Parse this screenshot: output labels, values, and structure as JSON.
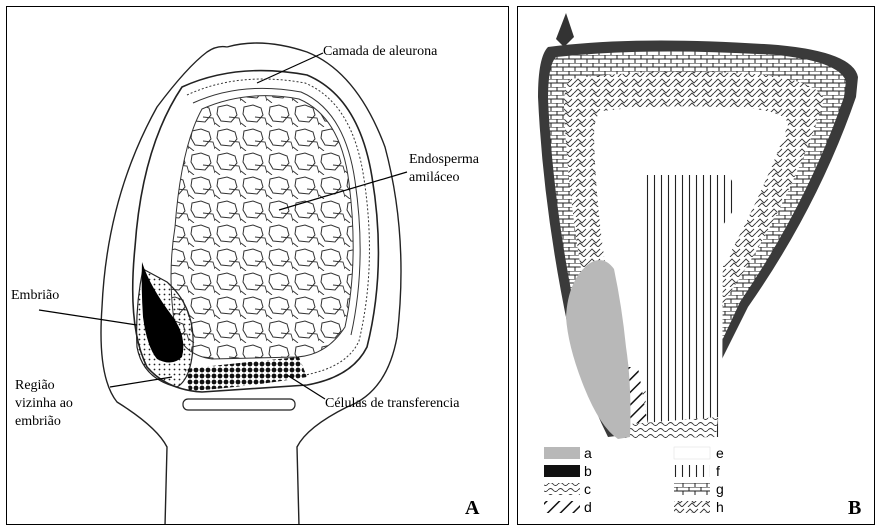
{
  "panel_a": {
    "letter": "A",
    "labels": {
      "aleurone": "Camada de aleurona",
      "endosperm_line1": "Endosperma",
      "endosperm_line2": "amiláceo",
      "embryo": "Embrião",
      "region_line1": "Região",
      "region_line2": "vizinha ao",
      "region_line3": "embrião",
      "transfer": "Células de transferencia"
    }
  },
  "panel_b": {
    "letter": "B",
    "legend": [
      {
        "key": "a",
        "pattern": "light-gray-fill"
      },
      {
        "key": "b",
        "pattern": "black-fill"
      },
      {
        "key": "c",
        "pattern": "wavy"
      },
      {
        "key": "d",
        "pattern": "diagonal-hatch"
      },
      {
        "key": "e",
        "pattern": "white-fill"
      },
      {
        "key": "f",
        "pattern": "vertical-lines"
      },
      {
        "key": "g",
        "pattern": "brick"
      },
      {
        "key": "h",
        "pattern": "chevron"
      }
    ]
  }
}
